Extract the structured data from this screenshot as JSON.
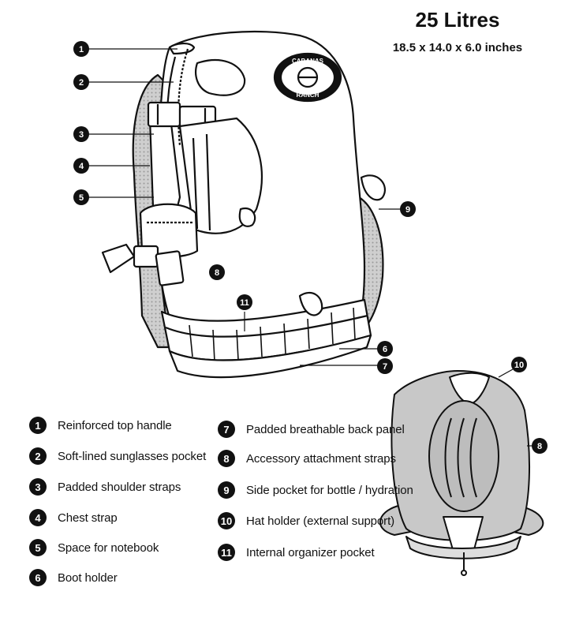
{
  "heading": {
    "capacity": "25 Litres",
    "dimensions": "18.5 x 14.0 x 6.0 inches"
  },
  "logo": {
    "brand_top": "CABANAS",
    "brand_bottom": "RANCH"
  },
  "callouts": [
    "1",
    "2",
    "3",
    "4",
    "5",
    "6",
    "7",
    "8",
    "9",
    "10",
    "11"
  ],
  "legend": [
    {
      "num": "1",
      "text": "Reinforced top handle"
    },
    {
      "num": "2",
      "text": "Soft-lined sunglasses pocket"
    },
    {
      "num": "3",
      "text": "Padded shoulder straps"
    },
    {
      "num": "4",
      "text": "Chest strap"
    },
    {
      "num": "5",
      "text": "Space for notebook"
    },
    {
      "num": "6",
      "text": "Boot holder"
    },
    {
      "num": "7",
      "text": "Padded breathable back panel"
    },
    {
      "num": "8",
      "text": "Accessory attachment straps"
    },
    {
      "num": "9",
      "text": "Side pocket for bottle / hydration"
    },
    {
      "num": "10",
      "text": "Hat holder (external support)"
    },
    {
      "num": "11",
      "text": "Internal organizer pocket"
    }
  ],
  "colors": {
    "ink": "#111111",
    "paper": "#ffffff",
    "shade": "#c8c8c8"
  }
}
